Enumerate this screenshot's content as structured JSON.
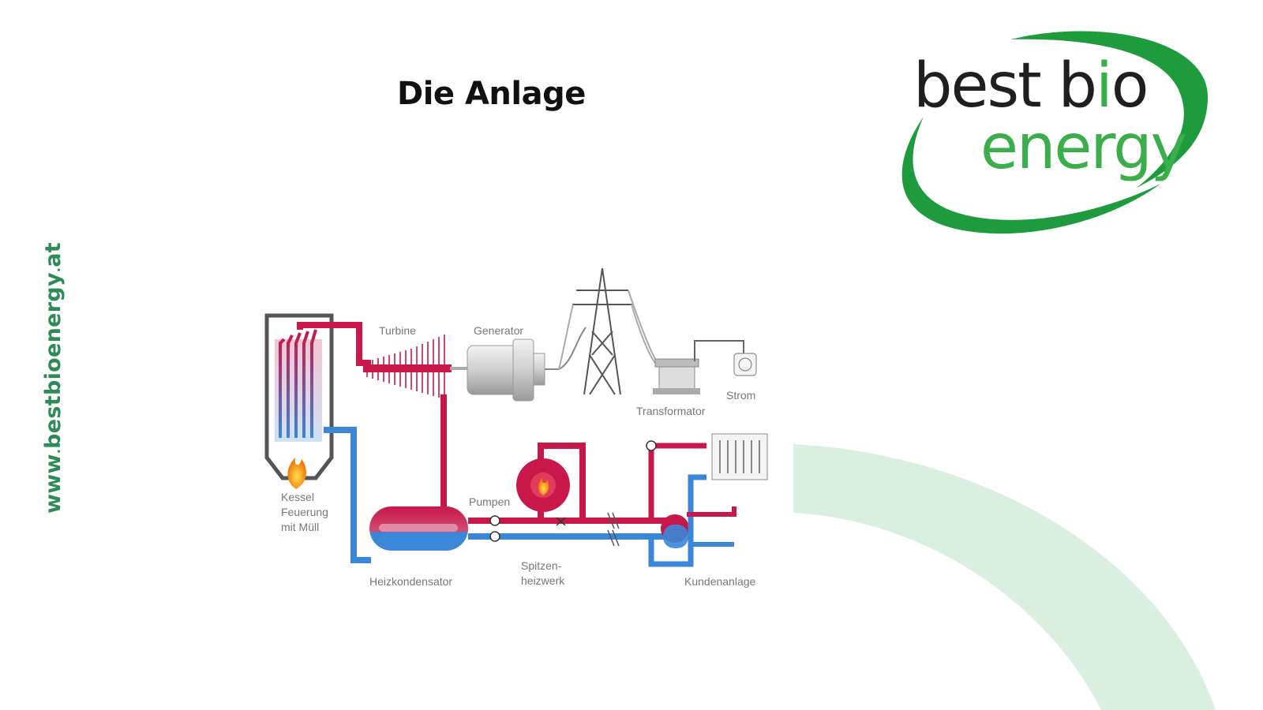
{
  "slide": {
    "title": "Die Anlage",
    "side_url": {
      "www": "www",
      "domain": "bestbioenergy",
      "tld": "at"
    }
  },
  "logo": {
    "line1_a": "best b",
    "line1_i": "i",
    "line1_b": "o",
    "line2": "energy",
    "colors": {
      "green": "#3aae4a",
      "dark": "#1f1f1f"
    }
  },
  "diagram": {
    "labels": {
      "turbine": "Turbine",
      "generator": "Generator",
      "strom": "Strom",
      "transformator": "Transformator",
      "kessel_1": "Kessel",
      "kessel_2": "Feuerung",
      "kessel_3": "mit Müll",
      "pumpen": "Pumpen",
      "heizkondensator": "Heizkondensator",
      "spitzen_1": "Spitzen-",
      "spitzen_2": "heizwerk",
      "kundenanlage": "Kundenanlage"
    },
    "colors": {
      "hot": "#c8184a",
      "cold": "#3a86d8",
      "accent_bg": "#d9efe0"
    }
  }
}
